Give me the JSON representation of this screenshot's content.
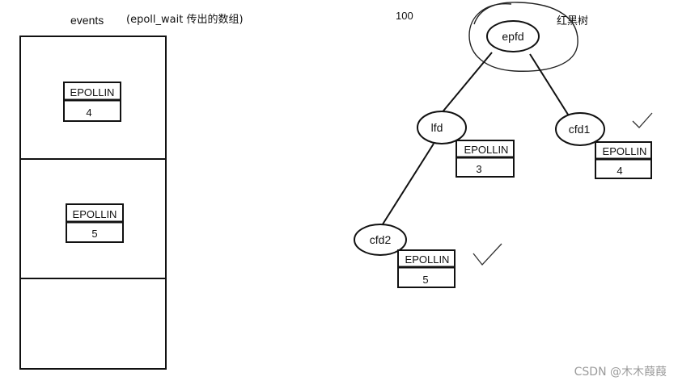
{
  "labels": {
    "events": "events",
    "epoll_wait_note": "(epoll_wait 传出的数组)",
    "count": "100",
    "rbtree": "红黑树"
  },
  "events_array": [
    {
      "event": "EPOLLIN",
      "fd": "4"
    },
    {
      "event": "EPOLLIN",
      "fd": "5"
    }
  ],
  "tree": {
    "root": "epfd",
    "nodes": [
      {
        "name": "lfd",
        "event": "EPOLLIN",
        "fd": "3",
        "checked": false
      },
      {
        "name": "cfd1",
        "event": "EPOLLIN",
        "fd": "4",
        "checked": true
      },
      {
        "name": "cfd2",
        "event": "EPOLLIN",
        "fd": "5",
        "checked": true
      }
    ]
  },
  "watermark": "CSDN @木木葭葭"
}
